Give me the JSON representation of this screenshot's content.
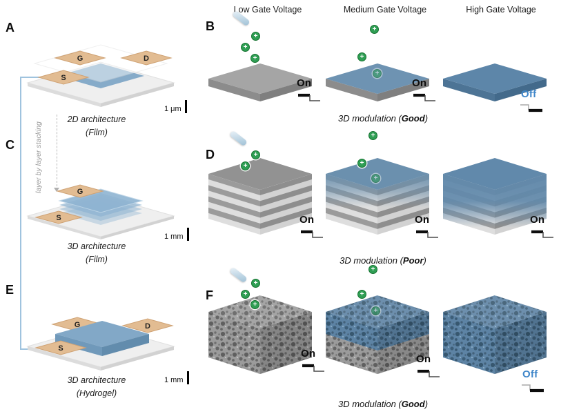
{
  "icons": {
    "plus": "+"
  },
  "columns": {
    "low": "Low Gate Voltage",
    "medium": "Medium Gate Voltage",
    "high": "High Gate Voltage"
  },
  "panels": {
    "a": {
      "letter": "A",
      "gate": "G",
      "drain": "D",
      "source": "S",
      "caption_line1": "2D architecture",
      "caption_line2": "(Film)",
      "scale": "1 μm"
    },
    "b": {
      "letter": "B"
    },
    "c": {
      "letter": "C",
      "gate": "G",
      "source": "S",
      "caption_line1": "3D architecture",
      "caption_line2": "(Film)",
      "scale": "1 mm",
      "stacking_note": "layer by layer stacking"
    },
    "d": {
      "letter": "D"
    },
    "e": {
      "letter": "E",
      "gate": "G",
      "drain": "D",
      "source": "S",
      "caption_line1": "3D architecture",
      "caption_line2": "(Hydrogel)",
      "scale": "1 mm"
    },
    "f": {
      "letter": "F"
    }
  },
  "rows": {
    "b": {
      "state_low": "On",
      "state_medium": "On",
      "state_high": "Off",
      "caption_prefix": "3D modulation (",
      "caption_quality": "Good",
      "caption_suffix": ")"
    },
    "d": {
      "state_low": "On",
      "state_medium": "On",
      "state_high": "On",
      "caption_prefix": "3D modulation (",
      "caption_quality": "Poor",
      "caption_suffix": ")"
    },
    "f": {
      "state_low": "On",
      "state_medium": "On",
      "state_high": "Off",
      "caption_prefix": "3D modulation (",
      "caption_quality": "Good",
      "caption_suffix": ")"
    }
  },
  "colors": {
    "pad_tan": "#e2bc92",
    "channel_blue": "#7fa6c6",
    "film_blue": "#8fb4d2",
    "hydrogel_blue": "#82a8c7",
    "cube_gray": "#9a9a9a",
    "cube_blue": "#5d83a4",
    "ion_green": "#2f9e54",
    "off_text_blue": "#3f86c9"
  }
}
